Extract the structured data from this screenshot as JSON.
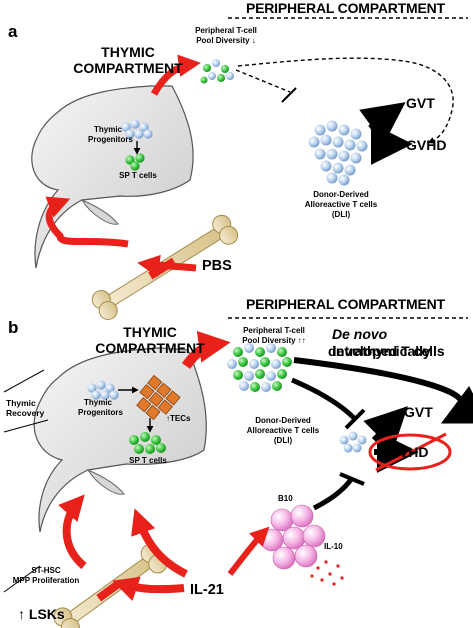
{
  "panel_a": {
    "label": "a",
    "peripheral_header": "PERIPHERAL COMPARTMENT",
    "thymic_compartment": "THYMIC\nCOMPARTMENT",
    "pool_diversity": "Peripheral  T-cell\nPool Diversity ↓",
    "thymic_progenitors": "Thymic\nProgenitors",
    "sp_t_cells": "SP T cells",
    "donor_cells": "Donor-Derived\nAlloreactive T cells\n(DLI)",
    "gvt": "GVT",
    "gvhd": "GVHD",
    "treatment": "PBS"
  },
  "panel_b": {
    "label": "b",
    "peripheral_header": "PERIPHERAL COMPARTMENT",
    "thymic_compartment": "THYMIC\nCOMPARTMENT",
    "pool_diversity": "Peripheral T-cell\nPool Diversity ↑↑",
    "de_novo_italic": "De novo",
    "de_novo_rest": " intrathymically",
    "de_novo_line2": "developed T cells",
    "thymic_recovery": "Thymic\nRecovery",
    "thymic_progenitors": "Thymic\nProgenitors",
    "tecs": "↑TECs",
    "sp_t_cells": "SP T cells",
    "donor_cells": "Donor-Derived\nAlloreactive T cells\n(DLI)",
    "gvt": "GVT",
    "gvhd": "GVHD",
    "b10": "B10",
    "il10": "IL-10",
    "st_hsc": "ST-HSC\nMPP Proliferation",
    "lsks": "↑ LSKs",
    "treatment": "IL-21"
  },
  "colors": {
    "arrow_red": "#e8221b",
    "cell_blue": "#a9c6e8",
    "cell_green": "#2fbf3a",
    "tec_orange": "#e07a2a",
    "b10_pink": "#f2a8de",
    "thymus_gray": "#e6e6e6",
    "bone_tan": "#e9d9a8"
  }
}
